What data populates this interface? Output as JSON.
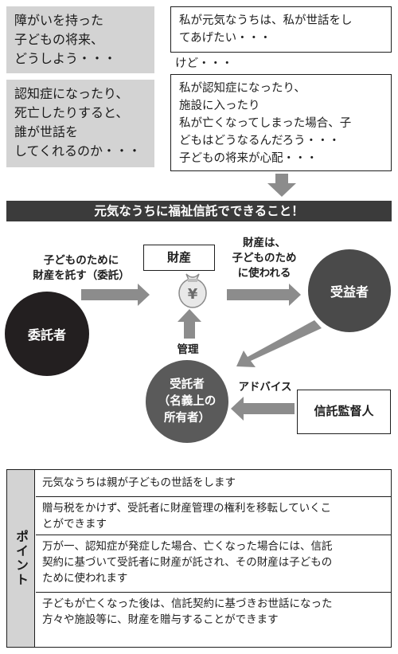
{
  "top": {
    "worry1": "障がいを持った\n子どもの将来、\nどうしよう・・・",
    "worry2": "認知症になったり、\n死亡したりすると、\n誰が世話を\nしてくれるのか・・・",
    "thought1": "私が元気なうちは、私が世話をし\nてあげたい・・・",
    "but": "けど・・・",
    "thought2": "私が認知症になったり、\n施設に入ったり\n私が亡くなってしまった場合、子\nどもはどうなるんだろう・・・\n子どもの将来が心配・・・"
  },
  "banner": "元気なうちに福祉信託でできること！",
  "diagram": {
    "entrust_label": "子どものために\n財産を託す（委託）",
    "property_label": "財産",
    "yen_symbol": "¥",
    "used_label": "財産は、\n子どものため\nに使われる",
    "beneficiary": "受益者",
    "settlor": "委託者",
    "manage_label": "管理",
    "trustee": "受託者\n（名義上の\n所有者）",
    "advice_label": "アドバイス",
    "supervisor": "信託監督人"
  },
  "points": {
    "heading": "ポイント",
    "items": [
      "元気なうちは親が子どもの世話をします",
      "贈与税をかけず、受託者に財産管理の権利を移転していくこ\nとができます",
      "万が一、認知症が発症した場合、亡くなった場合には、信託\n契約に基づいて受託者に財産が託され、その財産は子どもの\nために使われます",
      "子どもが亡くなった後は、信託契約に基づきお世話になった\n方々や施設等に、財産を贈与することができます"
    ]
  },
  "colors": {
    "gray_box": "#d3d3d3",
    "banner": "#3b3b3b",
    "settlor_circle": "#231f20",
    "beneficiary_circle": "#4a4a4a",
    "trustee_circle": "#5a5a5a",
    "arrow": "#8c8c8c"
  },
  "icons": {
    "money_bag": "money-bag-icon"
  }
}
